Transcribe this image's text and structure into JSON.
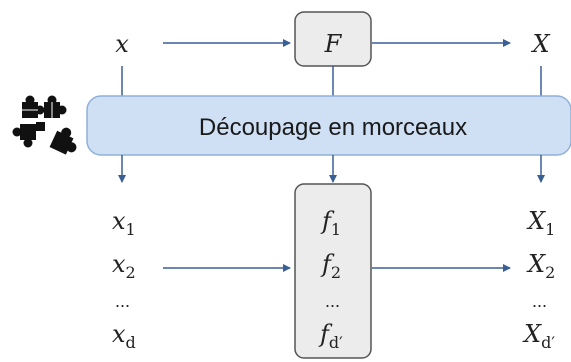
{
  "diagram": {
    "top": {
      "input": {
        "var": "x",
        "sub": ""
      },
      "function": {
        "var": "F",
        "sub": ""
      },
      "output": {
        "var": "X",
        "sub": ""
      }
    },
    "banner": {
      "label": "Découpage en morceaux",
      "icon": "puzzle-pieces-icon"
    },
    "bottom": {
      "inputs": [
        {
          "var": "x",
          "sub": "1"
        },
        {
          "var": "x",
          "sub": "2"
        },
        {
          "var": "...",
          "sub": ""
        },
        {
          "var": "x",
          "sub": "d"
        }
      ],
      "functions": [
        {
          "var": "f",
          "sub": "1"
        },
        {
          "var": "f",
          "sub": "2"
        },
        {
          "var": "...",
          "sub": ""
        },
        {
          "var": "f",
          "sub": "d′"
        }
      ],
      "outputs": [
        {
          "var": "X",
          "sub": "1"
        },
        {
          "var": "X",
          "sub": "2"
        },
        {
          "var": "...",
          "sub": ""
        },
        {
          "var": "X",
          "sub": "d′"
        }
      ]
    },
    "colors": {
      "arrow": "#3a5f95",
      "box_fill": "#ececec",
      "box_stroke": "#555555",
      "banner_fill": "#cfe0f5",
      "banner_stroke": "#8fb0d8",
      "icon": "#111111"
    }
  }
}
